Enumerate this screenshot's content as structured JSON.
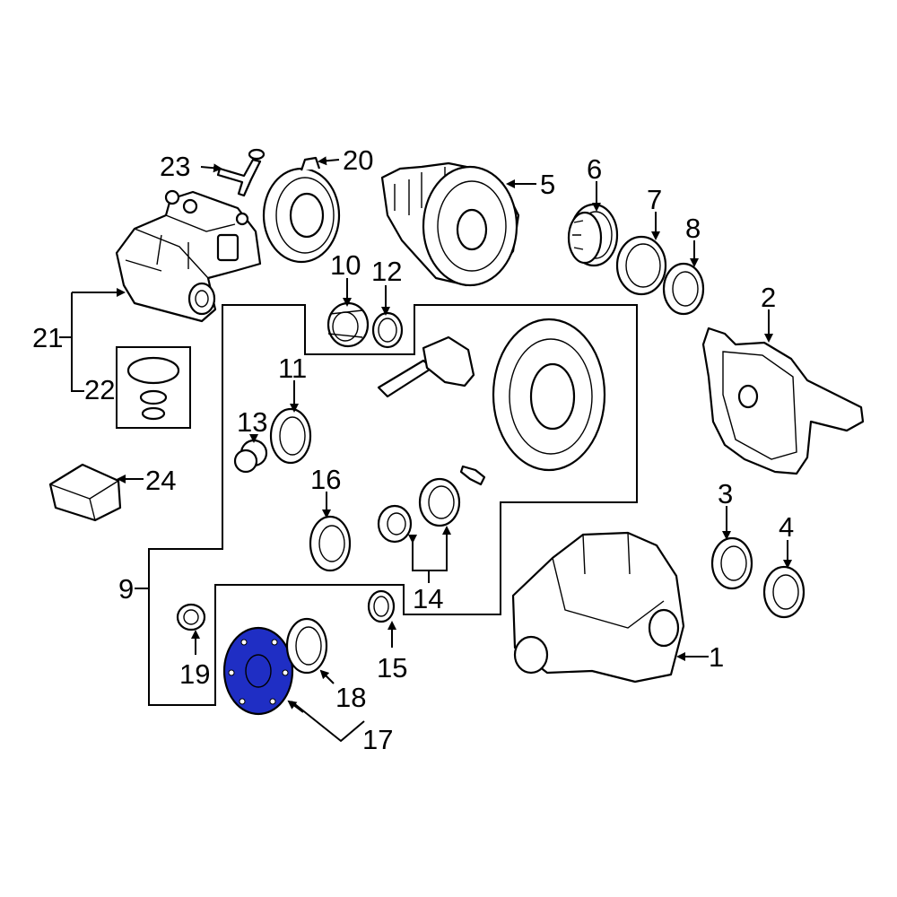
{
  "callouts": {
    "c1": "1",
    "c2": "2",
    "c3": "3",
    "c4": "4",
    "c5": "5",
    "c6": "6",
    "c7": "7",
    "c8": "8",
    "c9": "9",
    "c10": "10",
    "c11": "11",
    "c12": "12",
    "c13": "13",
    "c14": "14",
    "c15": "15",
    "c16": "16",
    "c17": "17",
    "c18": "18",
    "c19": "19",
    "c20": "20",
    "c21": "21",
    "c22": "22",
    "c23": "23",
    "c24": "24"
  },
  "highlight_color": "#1f2ec4",
  "highlighted_part": "17"
}
